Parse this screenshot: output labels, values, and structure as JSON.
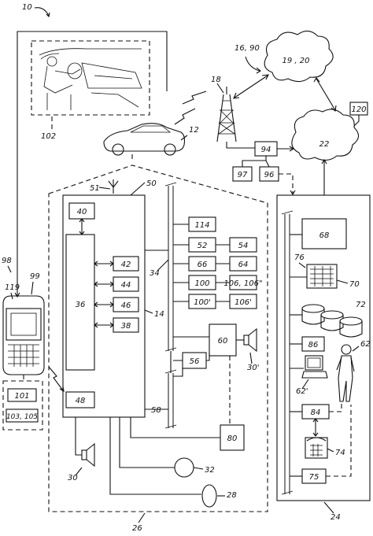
{
  "labels": {
    "l10": "10",
    "l98": "98",
    "l119": "119",
    "l99": "99",
    "l102": "102",
    "l12": "12",
    "l18": "18",
    "l16_90": "16, 90",
    "l19_20": "19 , 20",
    "l22": "22",
    "l120": "120",
    "l94": "94",
    "l97": "97",
    "l96": "96",
    "l51": "51",
    "l50": "50",
    "l40": "40",
    "l36": "36",
    "l42": "42",
    "l44": "44",
    "l46": "46",
    "l38": "38",
    "l48": "48",
    "l114": "114",
    "l52": "52",
    "l54": "54",
    "l66": "66",
    "l64": "64",
    "l100": "100",
    "l106": "106, 106\"",
    "l100p": "100'",
    "l106p": "106'",
    "l34": "34",
    "l14": "14",
    "l60": "60",
    "l30p": "30'",
    "l56": "56",
    "l58": "58",
    "l80": "80",
    "l30": "30",
    "l32": "32",
    "l28": "28",
    "l26": "26",
    "l101": "101",
    "l103_105": "103, 105",
    "l68": "68",
    "l76": "76",
    "l70": "70",
    "l72": "72",
    "l86": "86",
    "l62": "62",
    "l62p": "62'",
    "l84": "84",
    "l74": "74",
    "l75": "75",
    "l24": "24"
  }
}
